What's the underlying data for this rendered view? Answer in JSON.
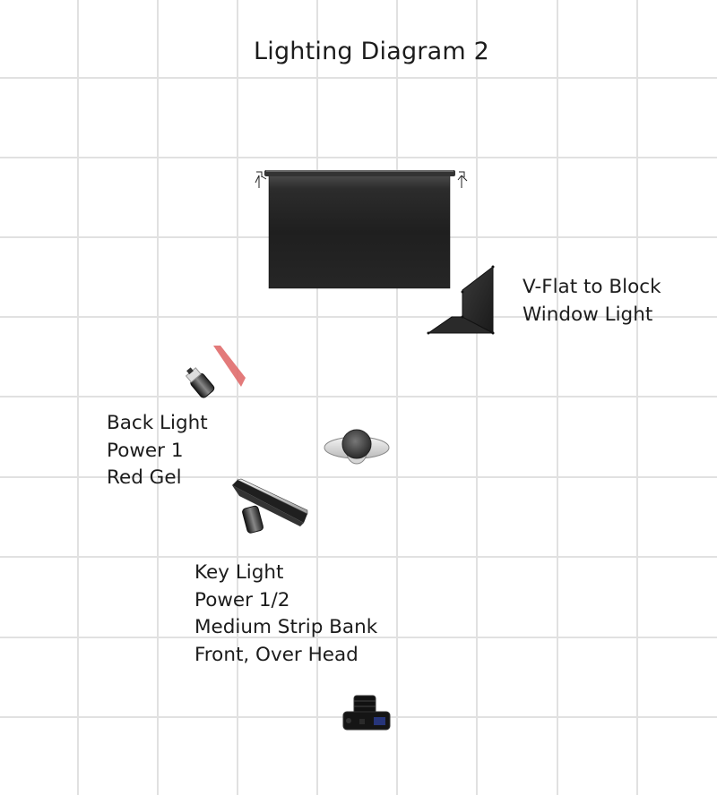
{
  "diagram": {
    "title": "Lighting Diagram 2",
    "background_color": "#ffffff",
    "grid": {
      "color": "#e1e1e1",
      "vertical_lines": [
        87,
        176,
        265,
        354,
        443,
        532,
        622,
        711
      ],
      "horizontal_lines": [
        87,
        176,
        265,
        354,
        443,
        533,
        622,
        712,
        801
      ]
    },
    "elements": [
      {
        "id": "backdrop",
        "icon": "backdrop-icon",
        "type": "Backdrop",
        "color": "#1e1e1e"
      },
      {
        "id": "v-flat",
        "icon": "v-flat-icon",
        "type": "V-Flat",
        "color": "#1e1e1e",
        "label_lines": [
          "V-Flat to Block",
          "Window Light"
        ]
      },
      {
        "id": "back-light",
        "icon": "strobe-light-icon",
        "type": "Strobe",
        "gel_color": "#e06b6b",
        "label_lines": [
          "Back Light",
          "Power 1",
          "Red Gel"
        ]
      },
      {
        "id": "subject",
        "icon": "subject-icon",
        "type": "Subject"
      },
      {
        "id": "key-light",
        "icon": "strip-bank-icon",
        "type": "Strip Bank",
        "label_lines": [
          "Key Light",
          "Power 1/2",
          "Medium Strip Bank",
          "Front, Over Head"
        ]
      },
      {
        "id": "camera",
        "icon": "camera-icon",
        "type": "Camera"
      }
    ]
  },
  "labels": {
    "vflat": [
      "V-Flat to Block",
      "Window Light"
    ],
    "back_light": [
      "Back Light",
      "Power 1",
      "Red Gel"
    ],
    "key_light": [
      "Key Light",
      "Power 1/2",
      "Medium Strip Bank",
      "Front, Over Head"
    ]
  }
}
